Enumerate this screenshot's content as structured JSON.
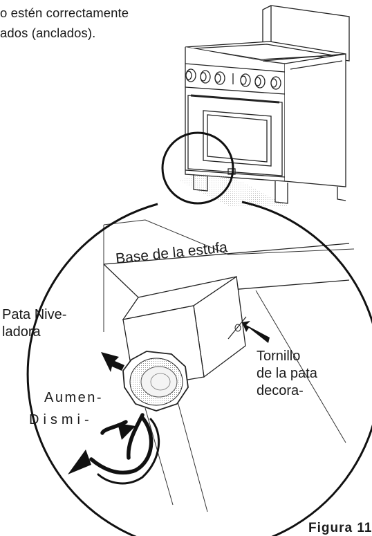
{
  "intro_lines": [
    "o estén correctamente",
    "ados (anclados)."
  ],
  "labels": {
    "base": "Base de la estufa",
    "leveling_leg": [
      "Pata Nive-",
      "ladora"
    ],
    "increase": "Aumen-",
    "decrease": "Dismi-",
    "screw": [
      "Tornillo",
      "de la pata",
      "decora-"
    ]
  },
  "figure_label": "Figura 11"
}
